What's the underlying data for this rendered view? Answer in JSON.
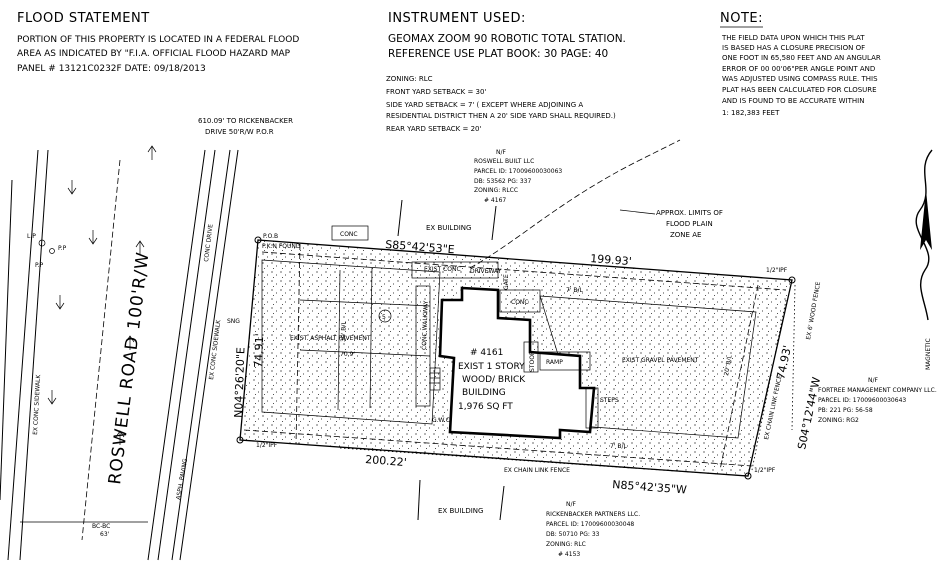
{
  "flood": {
    "title": "FLOOD STATEMENT",
    "line1": "PORTION OF THIS PROPERTY IS  LOCATED IN A FEDERAL FLOOD",
    "line2": "AREA AS INDICATED BY \"F.I.A. OFFICIAL FLOOD HAZARD MAP",
    "line3": "PANEL # 13121C0232F  DATE: 09/18/2013"
  },
  "instrument": {
    "title": "INSTRUMENT USED:",
    "line1": "GEOMAX ZOOM 90 ROBOTIC TOTAL STATION.",
    "line2": "REFERENCE USE PLAT BOOK: 30 PAGE: 40"
  },
  "zoning": {
    "z": "ZONING: RLC",
    "front": "FRONT YARD SETBACK = 30'",
    "side1": "SIDE YARD SETBACK = 7' ( EXCEPT WHERE ADJOINING A",
    "side2": "RESIDENTIAL DISTRICT THEN A 20' SIDE YARD SHALL REQUIRED.)",
    "rear": "REAR YARD SETBACK = 20'"
  },
  "note": {
    "title": "NOTE:",
    "lines": [
      "THE FIELD DATA UPON WHICH THIS PLAT",
      "IS BASED HAS A CLOSURE PRECISION OF",
      "ONE FOOT IN 65,580 FEET AND AN ANGULAR",
      "ERROR OF 00 00'06\"PER ANGLE POINT AND",
      "WAS ADJUSTED USING COMPASS RULE. THIS",
      "PLAT HAS BEEN CALCULATED FOR CLOSURE",
      "AND IS FOUND TO BE ACCURATE WITHIN",
      "1: 182,383 FEET"
    ]
  },
  "rickenbacker": {
    "l1": "610.09' TO RICKENBACKER",
    "l2": "DRIVE 50'R/W P.O.R"
  },
  "road": {
    "name": "ROSWELL ROAD 100'R/W",
    "lp": "L.P",
    "pp": "P.P",
    "pp2": "P.P",
    "sidewalk_left": "EX CONC SIDEWALK",
    "sidewalk_right": "EX CONC SIDEWALK",
    "conc_drive": "CONC DRIVE",
    "sng": "SNG",
    "asph": "ASPH. PAVING",
    "bc": "BC-BC",
    "bc_val": "63'"
  },
  "north_owner": {
    "nf": "N/F",
    "name": "ROSWELL BUILT LLC",
    "parcel": "PARCEL ID: 17009600030063",
    "db": "DB: 53562 PG: 337",
    "zoning": "ZONING: RLCC",
    "num": "# 4167"
  },
  "east_owner": {
    "nf": "N/F",
    "name": "FORTREE MANAGEMENT COMPANY LLC.",
    "parcel": "PARCEL ID: 17009600030643",
    "pb": "PB: 221 PG: 56-58",
    "zoning": "ZONING: RG2"
  },
  "south_owner": {
    "nf": "N/F",
    "name": "RICKENBACKER PARTNERS LLC.",
    "parcel": "PARCEL ID: 17009600030048",
    "db": "DB: 50710 PG: 33",
    "zoning": "ZONING: RLC",
    "num": "# 4153"
  },
  "flood_limits": {
    "l1": "APPROX. LIMITS OF",
    "l2": "FLOOD PLAIN",
    "l3": "ZONE AE"
  },
  "labels": {
    "pob": "P.O.B",
    "pkn": "P.K.N FOUND",
    "conc_top": "CONC",
    "ex_building_top": "EX BUILDING",
    "ex_building_bottom": "EX BUILDING",
    "bearing_north": "S85°42'53\"E",
    "dist_north": "199.93'",
    "bearing_south": "N85°42'35\"W",
    "dist_south": "200.22'",
    "bearing_west": "N04°26'20\"E",
    "dist_west": "74.91'",
    "bearing_east": "S04°12'44\"W",
    "dist_east": "74.93'",
    "ipf1": "1/2\"IPF",
    "ipf2": "1/2\"IPF",
    "ipf3": "1/2\"IPF",
    "exist_conc": "EXIST CONC",
    "driveway": "DRIVEWAY",
    "conc_box": "CONC",
    "gate": "GATE",
    "bl_top": "7' B/L",
    "bl_west": "30' B/L",
    "bl_south": "7' B/L",
    "bl_east": "20' B/L",
    "asphalt": "EXIST. ASPHALT PAVEMENT",
    "gravel": "EXIST GRAVEL PAVEMENT",
    "walkway": "CONC WALKWAY",
    "stoop": "STOOP",
    "ramp": "RAMP",
    "steps": "STEPS",
    "gwc": "G.W.C",
    "dim_70": "70.9'",
    "parking": "5",
    "chain_fence_south": "EX CHAIN LINK FENCE",
    "chain_fence_east": "EX CHAIN LINK FENCE",
    "wood_fence": "EX 6' WOOD FENCE",
    "magnetic": "MAGNETIC",
    "ref_n": "N/F",
    "ref_s": "S"
  },
  "building": {
    "num": "# 4161",
    "l1": "EXIST 1 STORY",
    "l2": "WOOD/ BRICK",
    "l3": "BUILDING",
    "area": "1,976 SQ FT"
  }
}
